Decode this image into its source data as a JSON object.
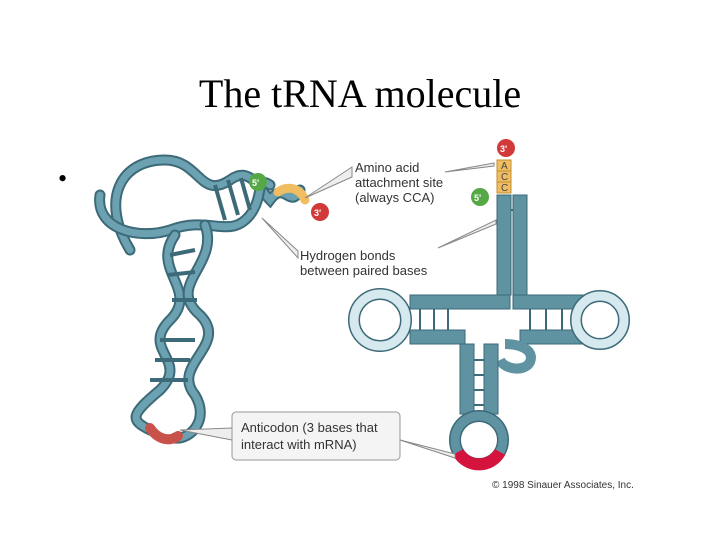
{
  "slide": {
    "title": "The tRNA molecule",
    "bullet": "•"
  },
  "figure": {
    "labels": {
      "amino_acid_line1": "Amino acid",
      "amino_acid_line2": "attachment site",
      "amino_acid_line3": "(always CCA)",
      "hydrogen_line1": "Hydrogen bonds",
      "hydrogen_line2": "between paired bases",
      "anticodon_line1": "Anticodon (3 bases that",
      "anticodon_line2": "interact with mRNA)"
    },
    "ends": {
      "five_prime": "5'",
      "three_prime": "3'"
    },
    "cca_bases": [
      "A",
      "C",
      "C"
    ],
    "copyright": "© 1998 Sinauer Associates, Inc."
  },
  "colors": {
    "strand": "#5f93a1",
    "strand_dark": "#3d6a78",
    "loop_light": "#d5e9ef",
    "anticodon": "#d4143c",
    "cca": "#f0bd63",
    "five_prime_dot": "#55a845",
    "three_prime_dot": "#d23a3a"
  }
}
